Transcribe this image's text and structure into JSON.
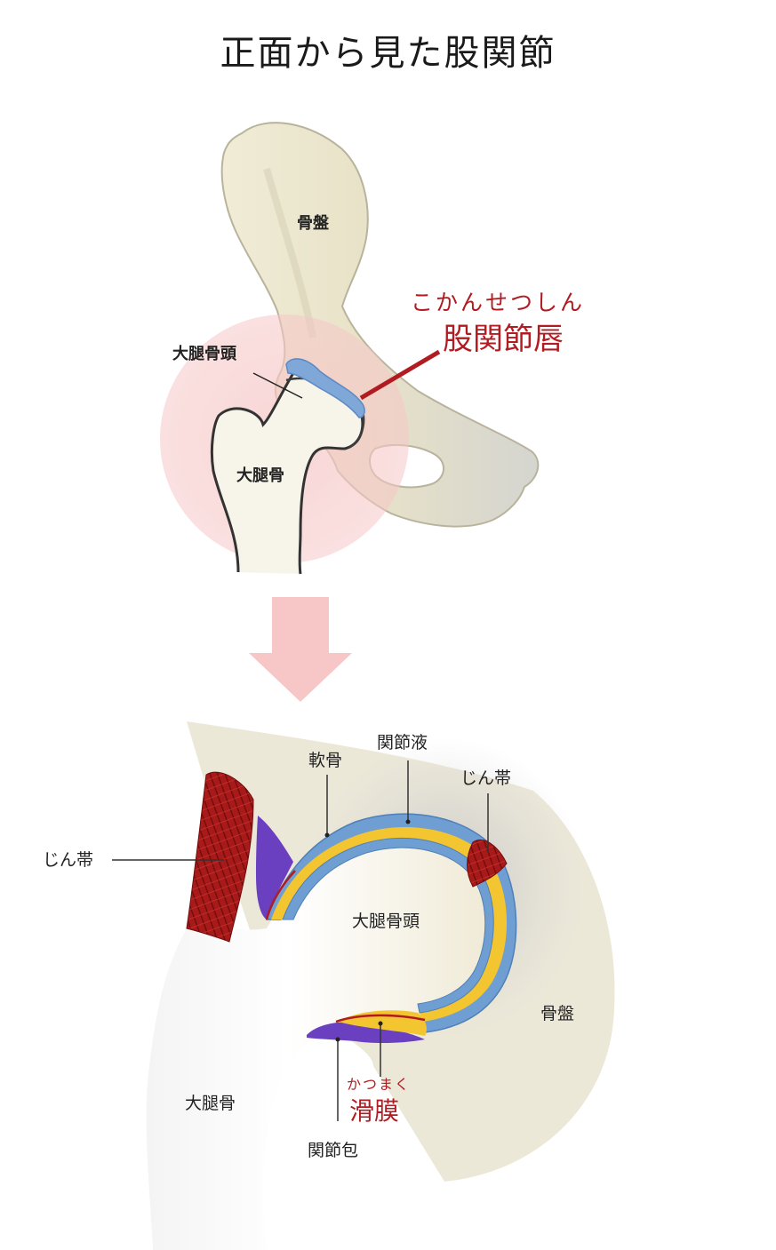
{
  "title": "正面から見た股関節",
  "top_figure": {
    "pelvis_label": "骨盤",
    "femoral_head_label": "大腿骨頭",
    "femur_label": "大腿骨",
    "labrum_reading": "こかんせつしん",
    "labrum_label": "股関節唇"
  },
  "bottom_figure": {
    "cartilage_label": "軟骨",
    "synovial_fluid_label": "関節液",
    "ligament_right_label": "じん帯",
    "ligament_left_label": "じん帯",
    "femoral_head_label": "大腿骨頭",
    "pelvis_label": "骨盤",
    "femur_label": "大腿骨",
    "synovium_reading": "かつまく",
    "synovium_label": "滑膜",
    "capsule_label": "関節包"
  },
  "colors": {
    "accent_red": "#b01c22",
    "bone": "#e9e5d5",
    "labrum_blue": "#7fa8d8",
    "highlight_pink": "#f6c7c7",
    "arrow_pink": "#f7c6c6",
    "cartilage_blue": "#6f9fd2",
    "fluid_yellow": "#f2c531",
    "capsule_purple": "#6a3fc0",
    "ligament_red": "#a01818"
  }
}
